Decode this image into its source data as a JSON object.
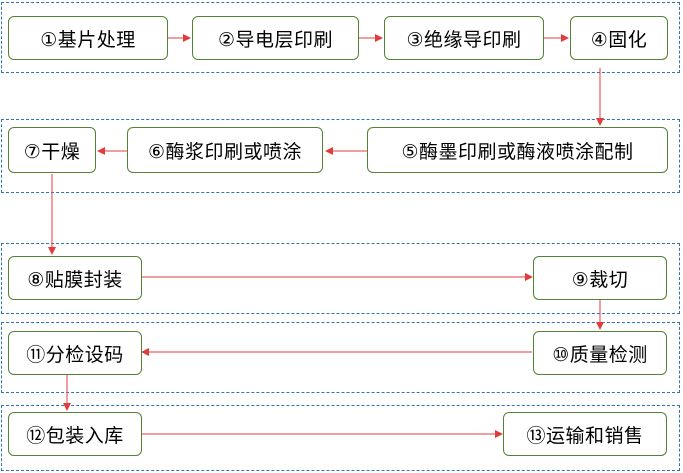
{
  "steps": [
    {
      "id": "s1",
      "label": "①基片处理"
    },
    {
      "id": "s2",
      "label": "②导电层印刷"
    },
    {
      "id": "s3",
      "label": "③绝缘导印刷"
    },
    {
      "id": "s4",
      "label": "④固化"
    },
    {
      "id": "s5",
      "label": "⑤酶墨印刷或酶液喷涂配制"
    },
    {
      "id": "s6",
      "label": "⑥酶浆印刷或喷涂"
    },
    {
      "id": "s7",
      "label": "⑦干燥"
    },
    {
      "id": "s8",
      "label": "⑧贴膜封装"
    },
    {
      "id": "s9",
      "label": "⑨裁切"
    },
    {
      "id": "s10",
      "label": "⑩质量检测"
    },
    {
      "id": "s11",
      "label": "⑪分检设码"
    },
    {
      "id": "s12",
      "label": "⑫包装入库"
    },
    {
      "id": "s13",
      "label": "⑬运输和销售"
    }
  ],
  "colors": {
    "node_border": "#548235",
    "group_border": "#2e75b6",
    "arrow": "#e03c3c"
  }
}
